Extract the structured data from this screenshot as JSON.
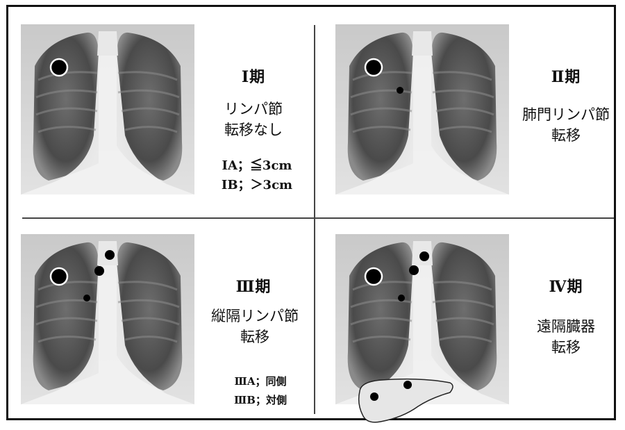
{
  "panels": [
    {
      "stage": "Ⅰ期",
      "description": "リンパ節\n転移なし",
      "substages": [
        "ⅠA；≦3cm",
        "ⅠB；＞3cm"
      ]
    },
    {
      "stage": "Ⅱ期",
      "description": "肺門リンパ節\n転移",
      "substages": []
    },
    {
      "stage": "Ⅲ期",
      "description": "縦隔リンパ節\n転移",
      "substages": [
        "ⅢA；同側",
        "ⅢB；対側"
      ]
    },
    {
      "stage": "Ⅳ期",
      "description": "遠隔臓器\n転移",
      "substages": []
    }
  ]
}
